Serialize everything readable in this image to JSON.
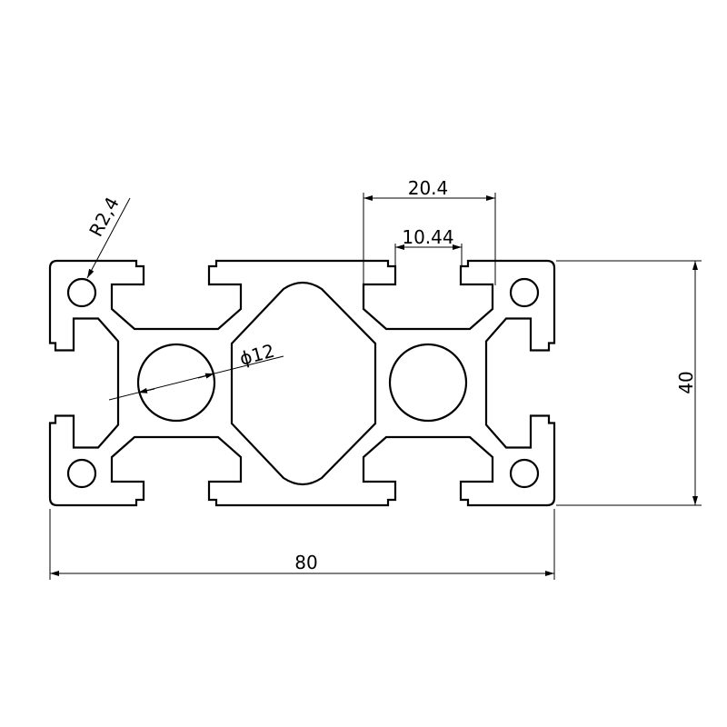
{
  "drawing": {
    "title": "Aluminium extrusion profile 40x80 cross-section",
    "dimensions": {
      "slot_width": "20.4",
      "slot_opening": "10.44",
      "height": "40",
      "width": "80",
      "corner_hole_radius": "R2,4",
      "core_hole_diameter": "ϕ12"
    },
    "line_color": "#000000",
    "background_color": "#ffffff"
  }
}
